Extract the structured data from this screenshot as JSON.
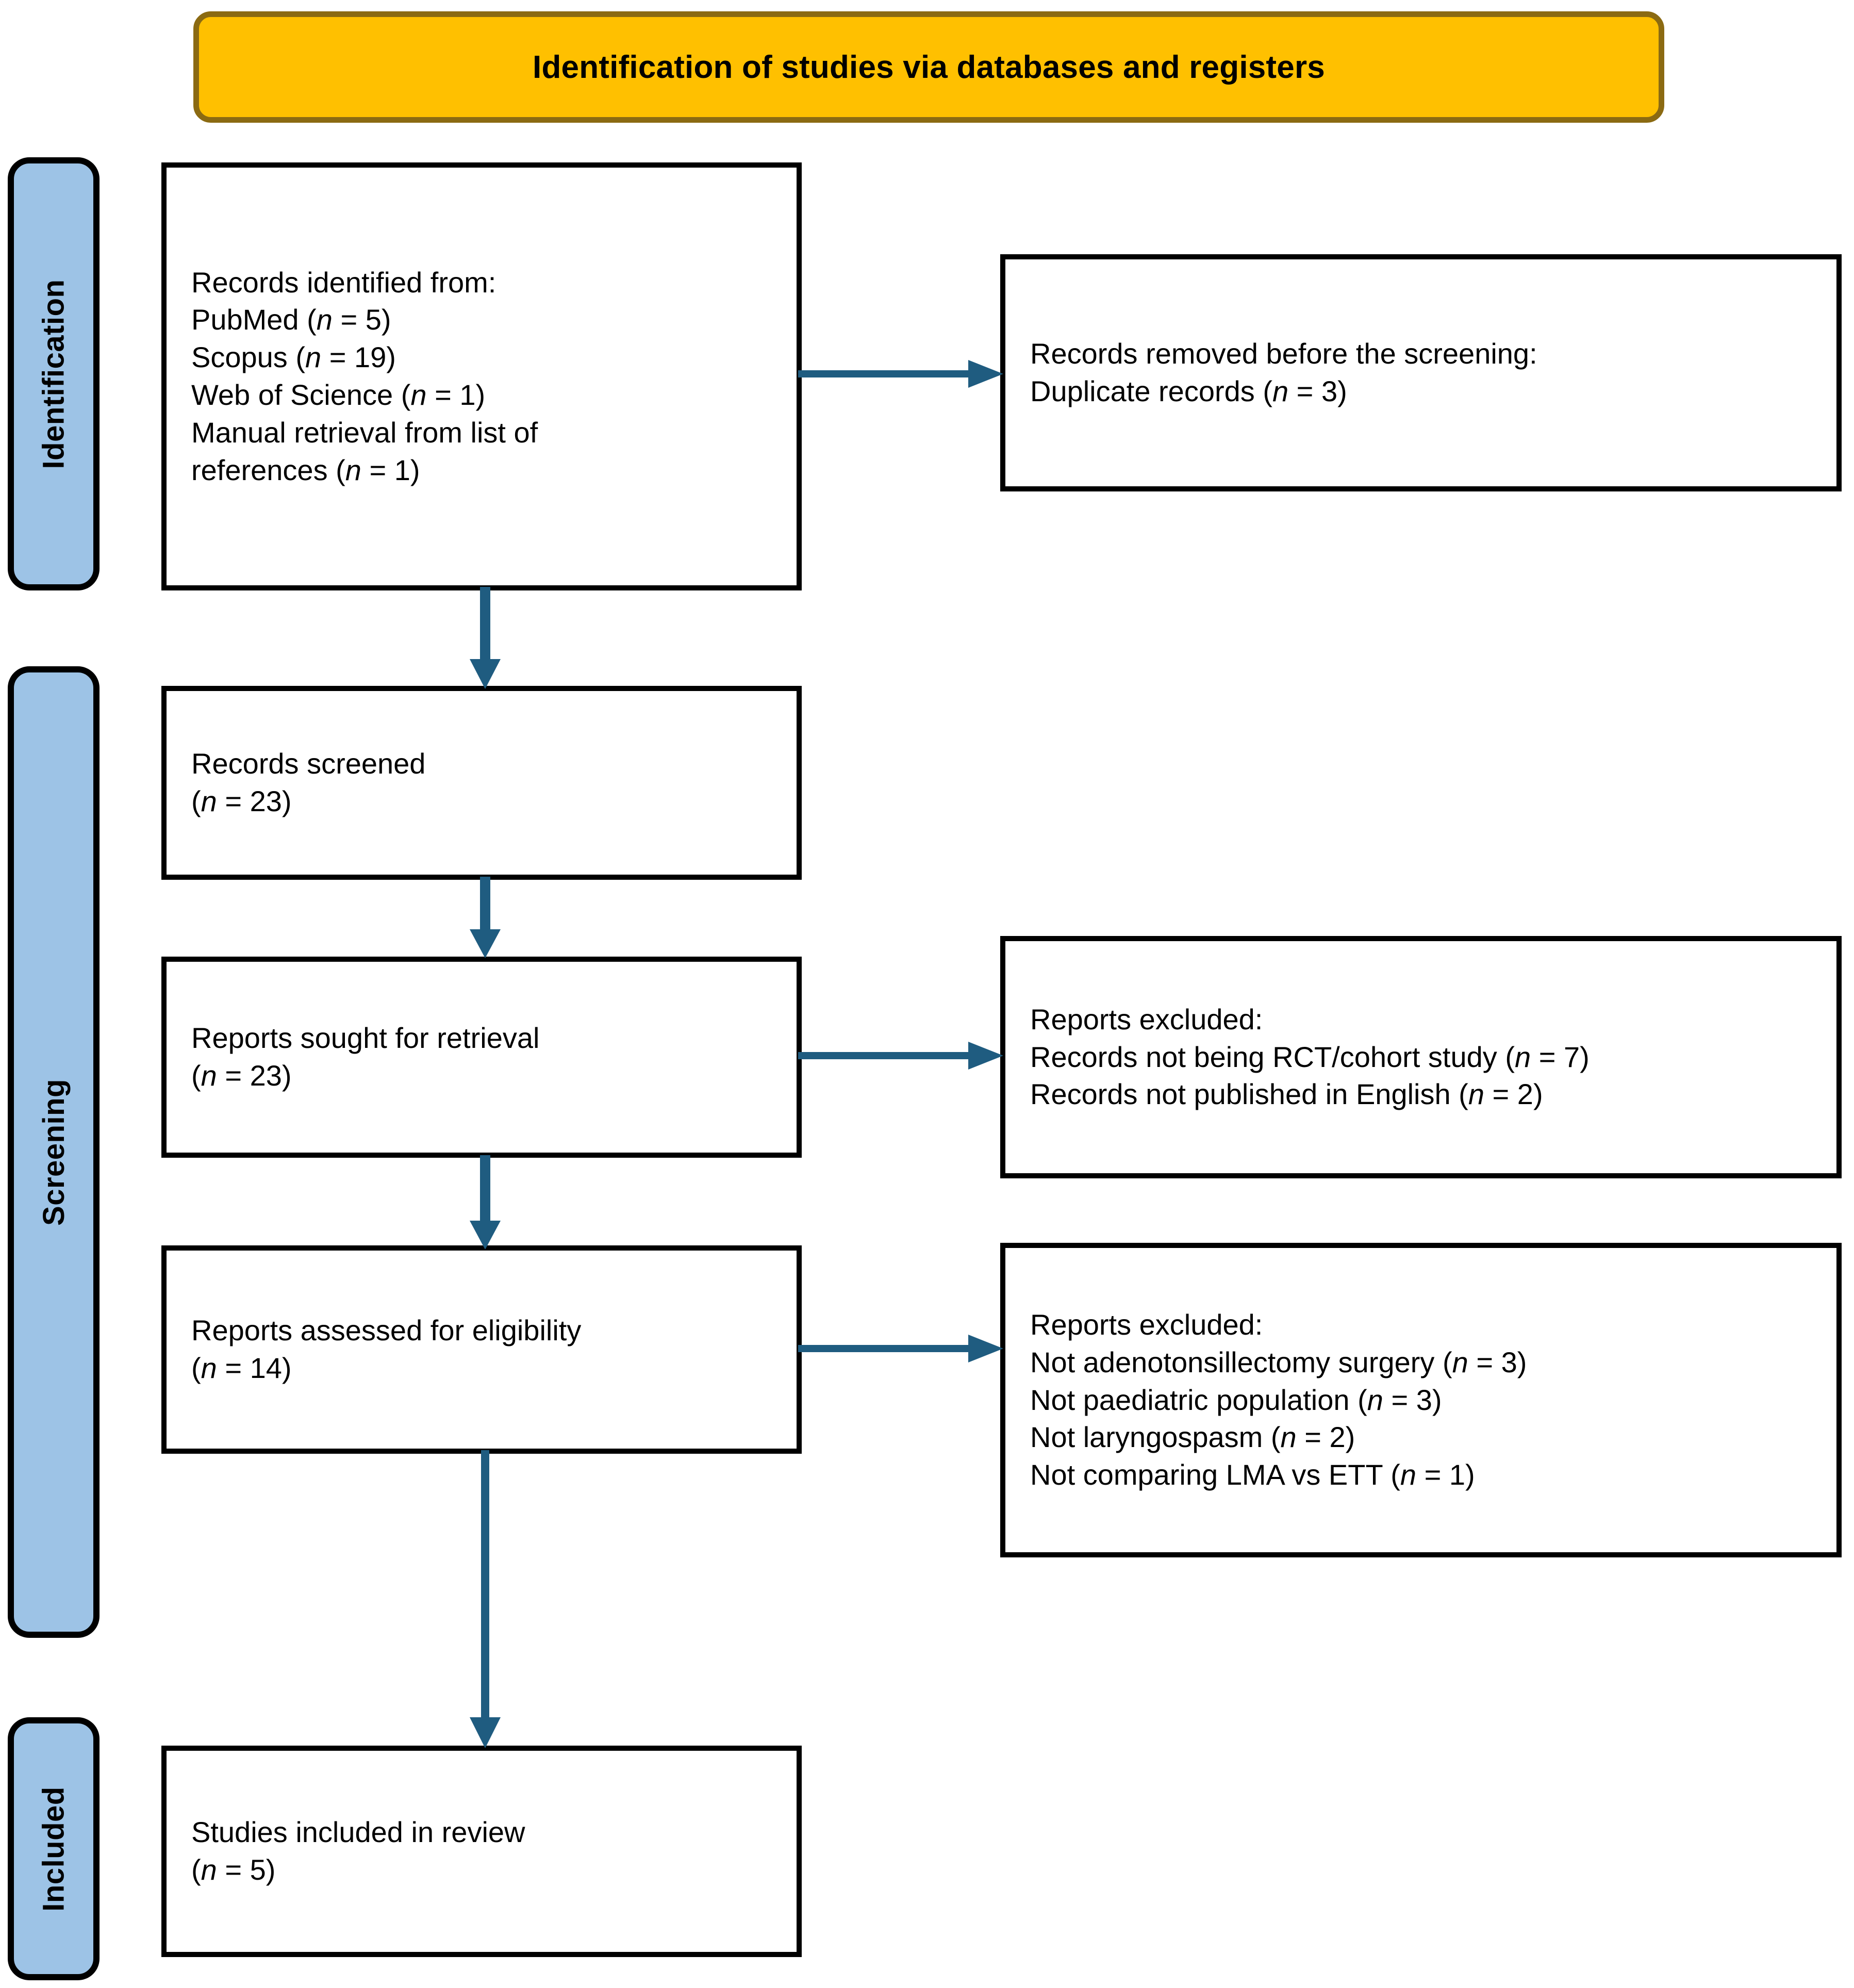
{
  "banner": {
    "title": "Identification of studies via databases and registers"
  },
  "colors": {
    "banner_fill": "#FFC000",
    "banner_border": "#8B6A12",
    "stage_fill": "#9DC3E6",
    "stage_border": "#000000",
    "box_border": "#000000",
    "arrow": "#1F5C80",
    "page_background": "#FFFFFF"
  },
  "stages": [
    {
      "id": "identification",
      "label": "Identification"
    },
    {
      "id": "screening",
      "label": "Screening"
    },
    {
      "id": "included",
      "label": "Included"
    }
  ],
  "boxes": {
    "identified": {
      "lines": [
        {
          "text": "Records identified from:",
          "n": null
        },
        {
          "text": "PubMed",
          "n": "5"
        },
        {
          "text": "Scopus",
          "n": "19"
        },
        {
          "text": "Web of Science",
          "n": "1"
        },
        {
          "text": "Manual retrieval from list of",
          "n": null
        },
        {
          "text": "references",
          "n": "1"
        }
      ]
    },
    "removed": {
      "lines": [
        {
          "text": "Records removed before the screening:",
          "n": null
        },
        {
          "text": "Duplicate records",
          "n": "3"
        }
      ]
    },
    "screened": {
      "lines": [
        {
          "text": "Records screened",
          "n": null
        },
        {
          "text": "",
          "n": "23"
        }
      ]
    },
    "sought": {
      "lines": [
        {
          "text": "Reports sought for retrieval",
          "n": null
        },
        {
          "text": "",
          "n": "23"
        }
      ]
    },
    "excluded_screening": {
      "lines": [
        {
          "text": "Reports excluded:",
          "n": null
        },
        {
          "text": "Records not being RCT/cohort study",
          "n": "7"
        },
        {
          "text": "Records not published in English",
          "n": "2"
        }
      ]
    },
    "assessed": {
      "lines": [
        {
          "text": "Reports assessed for eligibility",
          "n": null
        },
        {
          "text": "",
          "n": "14"
        }
      ]
    },
    "excluded_eligibility": {
      "lines": [
        {
          "text": "Reports excluded:",
          "n": null
        },
        {
          "text": "Not adenotonsillectomy surgery",
          "n": "3"
        },
        {
          "text": "Not paediatric population",
          "n": "3"
        },
        {
          "text": "Not laryngospasm",
          "n": "2"
        },
        {
          "text": "Not comparing LMA vs ETT",
          "n": "1"
        }
      ]
    },
    "included": {
      "lines": [
        {
          "text": "Studies included in review",
          "n": null
        },
        {
          "text": "",
          "n": "5"
        }
      ]
    }
  },
  "connectors": [
    {
      "id": "identified-to-removed",
      "direction": "right"
    },
    {
      "id": "identified-to-screened",
      "direction": "down"
    },
    {
      "id": "screened-to-sought",
      "direction": "down"
    },
    {
      "id": "sought-to-excluded-screening",
      "direction": "right"
    },
    {
      "id": "sought-to-assessed",
      "direction": "down"
    },
    {
      "id": "assessed-to-excluded-eligibility",
      "direction": "right"
    },
    {
      "id": "assessed-to-included",
      "direction": "down"
    }
  ]
}
